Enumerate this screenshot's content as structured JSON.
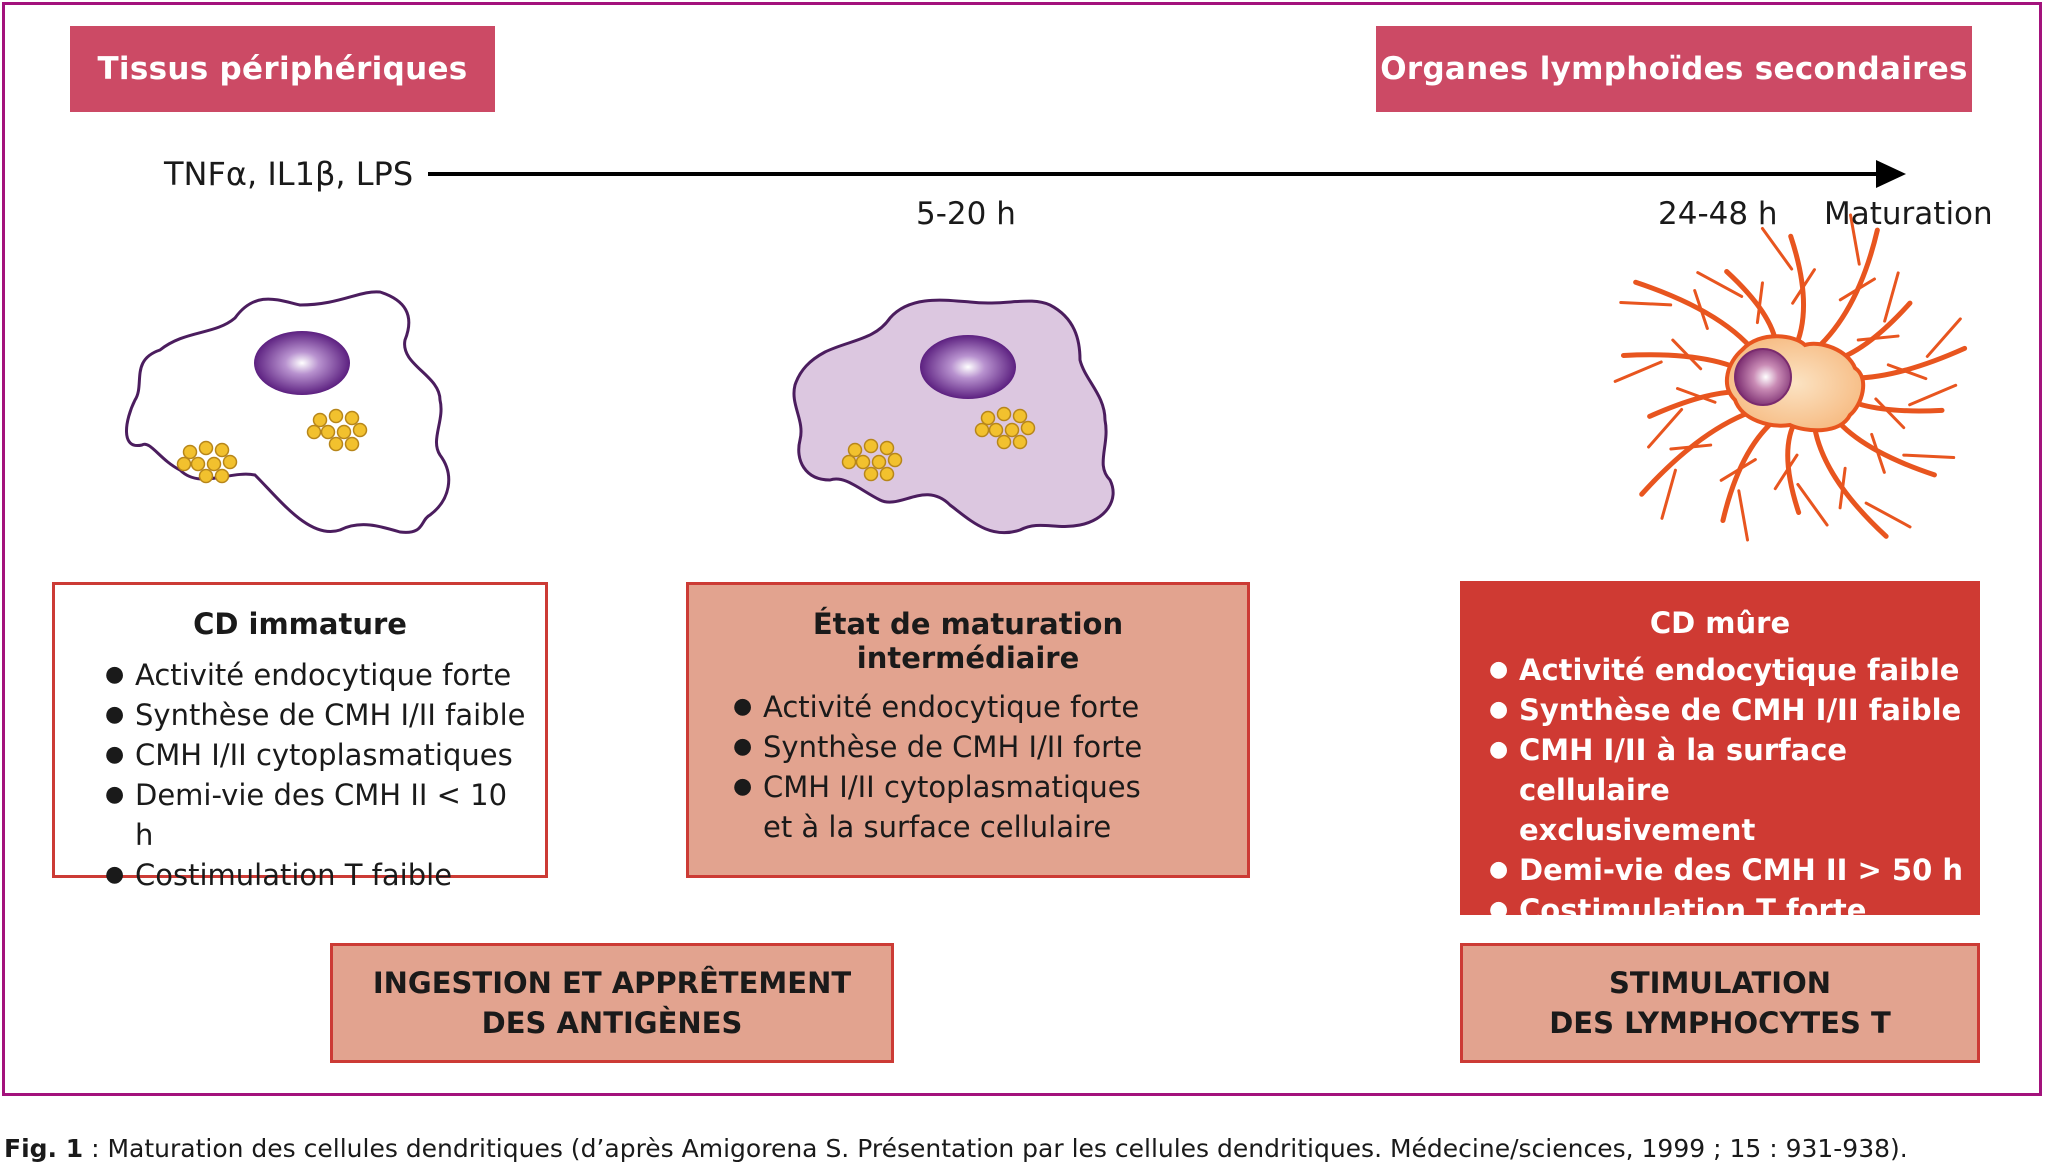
{
  "banners": {
    "left": "Tissus périphériques",
    "right": "Organes lymphoïdes secondaires"
  },
  "timeline": {
    "stimuli": "TNFα, IL1β, LPS",
    "t1": "5-20 h",
    "t2": "24-48 h",
    "end": "Maturation"
  },
  "boxes": {
    "immature": {
      "title": "CD immature",
      "items": [
        "Activité endocytique forte",
        "Synthèse de CMH I/II faible",
        "CMH I/II cytoplasmatiques",
        "Demi-vie des CMH II < 10 h",
        "Costimulation T faible"
      ]
    },
    "intermediate": {
      "title": "État de maturation intermédiaire",
      "items": [
        "Activité endocytique forte",
        "Synthèse de CMH I/II forte",
        "CMH I/II cytoplasmatiques",
        "et à la surface cellulaire"
      ]
    },
    "mature": {
      "title": "CD mûre",
      "items": [
        "Activité endocytique faible",
        "Synthèse de CMH I/II faible",
        "CMH I/II à la surface cellulaire",
        "exclusivement",
        "Demi-vie des CMH II > 50 h",
        "Costimulation T forte"
      ]
    }
  },
  "functions": {
    "left_line1": "INGESTION ET APPRÊTEMENT",
    "left_line2": "DES ANTIGÈNES",
    "right_line1": "STIMULATION",
    "right_line2": "DES LYMPHOCYTES T"
  },
  "caption": {
    "label": "Fig. 1",
    "text": " : Maturation des cellules dendritiques (d’après Amigorena S. Présentation par les cellules dendritiques. Médecine/sciences, 1999 ; 15 : 931-938)."
  },
  "colors": {
    "frame": "#a3127c",
    "banner": "#cc4a65",
    "box_border": "#cc3b35",
    "salmon": "#e2a38f",
    "mature_red": "#cf3a33",
    "nucleus": "#6a2a8c",
    "granule": "#f2c12e",
    "dendrite": "#e8551f"
  }
}
